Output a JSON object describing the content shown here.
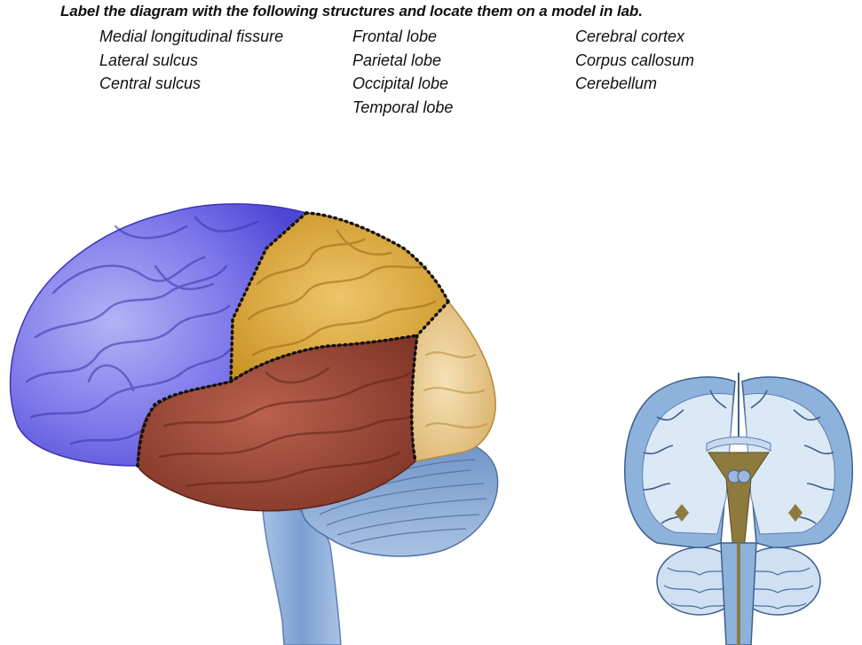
{
  "instruction": "Label the diagram with the following structures and locate them on a model in lab.",
  "term_columns": [
    [
      "Medial longitudinal fissure",
      "Lateral sulcus",
      "Central sulcus"
    ],
    [
      "Frontal lobe",
      "Parietal lobe",
      "Occipital lobe",
      "Temporal lobe"
    ],
    [
      "Cerebral cortex",
      "Corpus callosum",
      "Cerebellum"
    ]
  ],
  "colors": {
    "frontal_lobe": "#6a63e6",
    "parietal_lobe": "#d9a531",
    "occipital_lobe": "#e9c886",
    "temporal_lobe": "#9c4433",
    "cerebellum": "#7fa0cc",
    "brainstem": "#8fb0da",
    "coronal_cortex": "#8db3dd",
    "coronal_white_matter": "#dbe8f5",
    "ventricles": "#8e7a3e"
  },
  "figures": [
    {
      "name": "lateral-brain",
      "regions": [
        "frontal-lobe",
        "parietal-lobe",
        "occipital-lobe",
        "temporal-lobe",
        "cerebellum",
        "brainstem"
      ]
    },
    {
      "name": "coronal-section",
      "regions": [
        "cerebral-cortex",
        "white-matter",
        "corpus-callosum",
        "ventricles",
        "cerebellum",
        "brainstem"
      ]
    }
  ]
}
